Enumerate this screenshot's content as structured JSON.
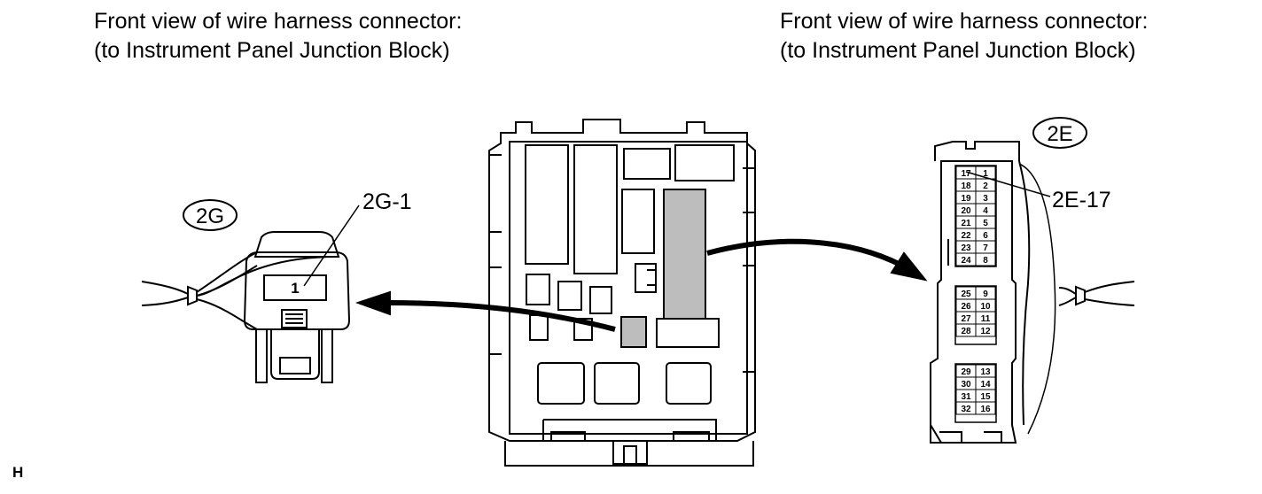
{
  "captions": {
    "left": {
      "line1": "Front view of wire harness connector:",
      "line2": "(to Instrument Panel Junction Block)"
    },
    "right": {
      "line1": "Front view of wire harness connector:",
      "line2": "(to Instrument Panel Junction Block)"
    }
  },
  "connectors": {
    "left": {
      "label": "2G",
      "pin_callout": "2G-1",
      "pin": "1"
    },
    "right": {
      "label": "2E",
      "pin_callout": "2E-17",
      "pin_rows": [
        [
          "17",
          "1"
        ],
        [
          "18",
          "2"
        ],
        [
          "19",
          "3"
        ],
        [
          "20",
          "4"
        ],
        [
          "21",
          "5"
        ],
        [
          "22",
          "6"
        ],
        [
          "23",
          "7"
        ],
        [
          "24",
          "8"
        ],
        [
          "25",
          "9"
        ],
        [
          "26",
          "10"
        ],
        [
          "27",
          "11"
        ],
        [
          "28",
          "12"
        ],
        [
          "29",
          "13"
        ],
        [
          "30",
          "14"
        ],
        [
          "31",
          "15"
        ],
        [
          "32",
          "16"
        ]
      ]
    }
  },
  "footer": "H",
  "colors": {
    "line": "#000000",
    "highlight": "#bdbdbd",
    "background": "#ffffff"
  }
}
